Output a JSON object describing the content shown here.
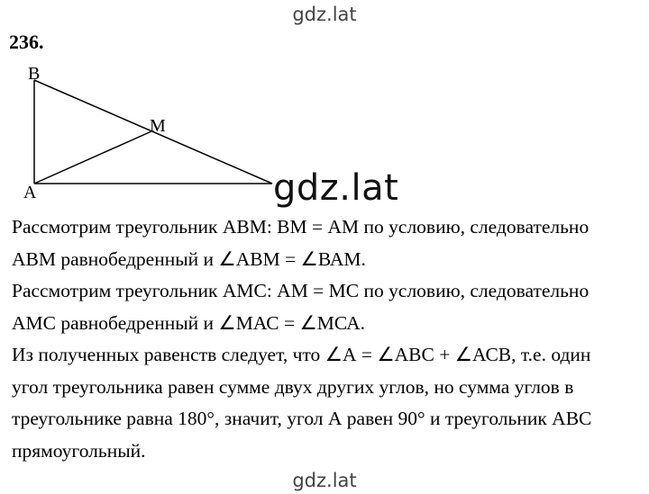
{
  "watermark": {
    "top": "gdz.lat",
    "middle": "gdz.lat",
    "bottom": "gdz.lat"
  },
  "problem": {
    "number": "236."
  },
  "figure": {
    "labels": {
      "B": "B",
      "M": "M",
      "A": "A"
    }
  },
  "text_lines": [
    "Рассмотрим треугольник АВМ: ВМ = АМ по условию, следовательно",
    "АВМ равнобедренный и ∠АВМ = ∠ВАМ.",
    "Рассмотрим треугольник АМС: АМ = МС по условию, следовательно",
    "АМС равнобедренный и ∠МАС = ∠МСА.",
    "Из полученных равенств следует, что ∠А = ∠АВС + ∠АСВ, т.е. один",
    "угол треугольника равен сумме двух других углов, но сумма углов в",
    "треугольнике равна 180°, значит, угол А равен 90° и треугольник АВС",
    "прямоугольный."
  ]
}
